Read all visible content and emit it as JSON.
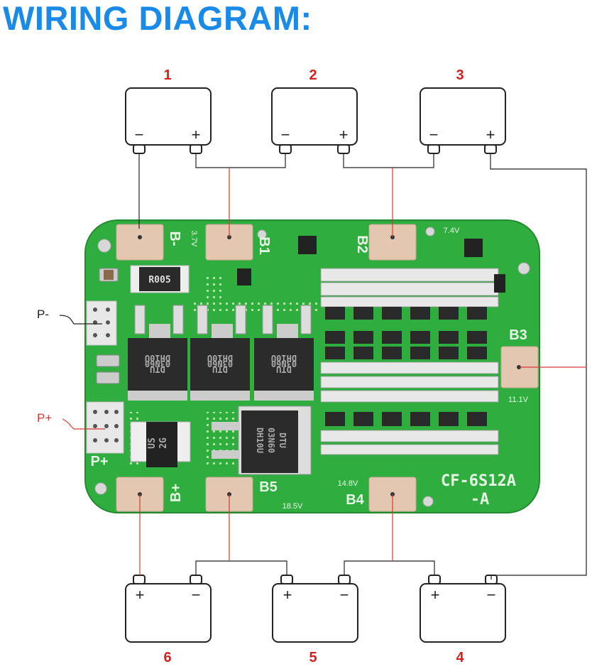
{
  "title": "WIRING DIAGRAM:",
  "colors": {
    "title": "#1a8ae8",
    "battery_number": "#d21f1f",
    "wire_black": "#222222",
    "wire_red": "#d33a3a",
    "pcb_green": "#2fae3f",
    "pad": "#e4c7b0"
  },
  "batteries_top": [
    {
      "number": "1",
      "minus": "−",
      "plus": "+"
    },
    {
      "number": "2",
      "minus": "−",
      "plus": "+"
    },
    {
      "number": "3",
      "minus": "−",
      "plus": "+"
    }
  ],
  "batteries_bottom": [
    {
      "number": "6",
      "minus": "−",
      "plus": "+"
    },
    {
      "number": "5",
      "minus": "−",
      "plus": "+"
    },
    {
      "number": "4",
      "minus": "−",
      "plus": "+"
    }
  ],
  "pcb": {
    "model": "CF-6S12A",
    "model_suffix": "-A",
    "pad_b_minus": "B-",
    "pad_b1": "B1",
    "pad_b2": "B2",
    "pad_b3": "B3",
    "pad_b4": "B4",
    "pad_b5": "B5",
    "pad_b_plus": "B+",
    "label_p_plus": "P+",
    "v_3_7": "3.7V",
    "v_7_4": "7.4V",
    "v_11_1": "11.1V",
    "v_14_8": "14.8V",
    "v_18_5": "18.5V",
    "resistor_code": "R005",
    "mosfet_text": [
      "DTU",
      "03N60",
      "DH10U"
    ],
    "diode_text": [
      "US",
      "2G"
    ]
  },
  "labels": {
    "p_minus": "P-",
    "p_plus": "P+"
  }
}
